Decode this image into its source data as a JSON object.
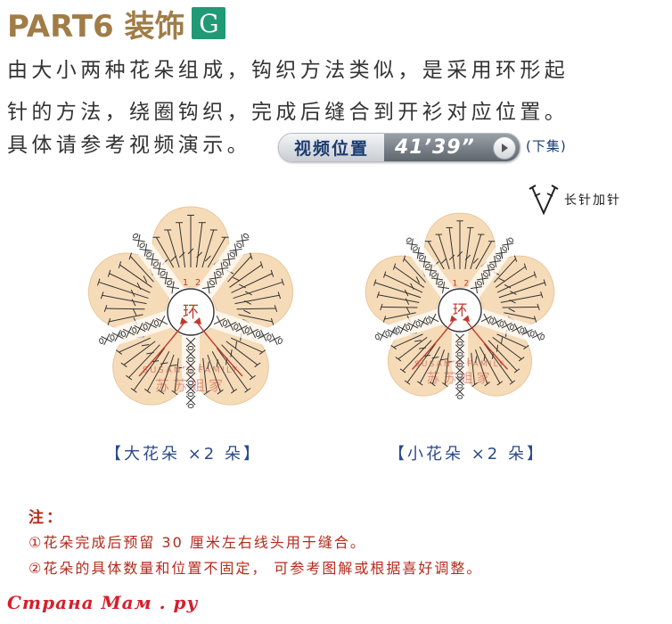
{
  "title": {
    "text": "PART6 装饰",
    "badge": "G"
  },
  "description": {
    "line1": "由大小两种花朵组成，钩织方法类似，是采用环形起",
    "line2": "针的方法，绕圈钩织，完成后缝合到开衫对应位置。",
    "line3": "具体请参考视频演示。"
  },
  "video": {
    "label": "视频位置",
    "time": "41’39”",
    "part": "(下集)",
    "play_icon": "play-icon"
  },
  "legend": {
    "symbol": "V",
    "label": "长针加针"
  },
  "charts": {
    "big": {
      "center_label": "环",
      "round_labels": [
        "1",
        "2"
      ],
      "watermark_en": "SUSAN'S FAMILY",
      "watermark_cn": "苏苏姐家",
      "caption": "【大花朵 ×2 朵】"
    },
    "small": {
      "center_label": "环",
      "round_labels": [
        "1",
        "2"
      ],
      "watermark_en": "SUSAN'S FAMILY",
      "watermark_cn": "苏苏姐家",
      "caption": "【小花朵 ×2 朵】"
    }
  },
  "notes": {
    "title": "注：",
    "items": [
      "①花朵完成后预留 30 厘米左右线头用于缝合。",
      "②花朵的具体数量和位置不固定， 可参考图解或根据喜好调整。"
    ]
  },
  "site_logo": "Страна Мам . ру",
  "colors": {
    "title": "#a07c47",
    "badge": "#1f9a74",
    "petal_fill": "#f6dbb8",
    "stitch": "#333333",
    "arrow": "#c0392b",
    "caption": "#2b4a8a",
    "note": "#b52a1c",
    "site": "#d4202b"
  }
}
